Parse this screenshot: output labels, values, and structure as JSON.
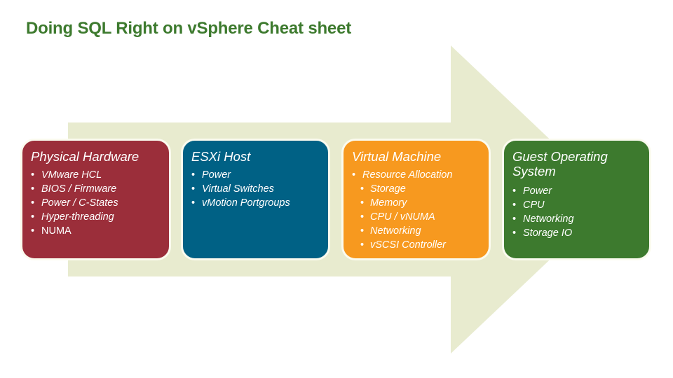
{
  "title": "Doing SQL Right on vSphere Cheat sheet",
  "colors": {
    "title": "#3d7a2e",
    "arrow": "#e8ebcf",
    "physical_hardware": "#9b2e3a",
    "esxi_host": "#006185",
    "virtual_machine": "#f7991f",
    "guest_os": "#3d7a2e"
  },
  "boxes": [
    {
      "heading": "Physical Hardware",
      "items": [
        "VMware HCL",
        "BIOS / Firmware",
        "Power  / C-States",
        "Hyper-threading",
        "NUMA"
      ]
    },
    {
      "heading": "ESXi Host",
      "items": [
        "Power",
        "Virtual Switches",
        "vMotion Portgroups"
      ]
    },
    {
      "heading": "Virtual Machine",
      "items": [
        "Resource Allocation"
      ],
      "subitems": [
        "Storage",
        "Memory",
        "CPU / vNUMA",
        "Networking",
        "vSCSI Controller"
      ]
    },
    {
      "heading": "Guest Operating System",
      "items": [
        "Power",
        "CPU",
        "Networking",
        "Storage IO"
      ]
    }
  ]
}
